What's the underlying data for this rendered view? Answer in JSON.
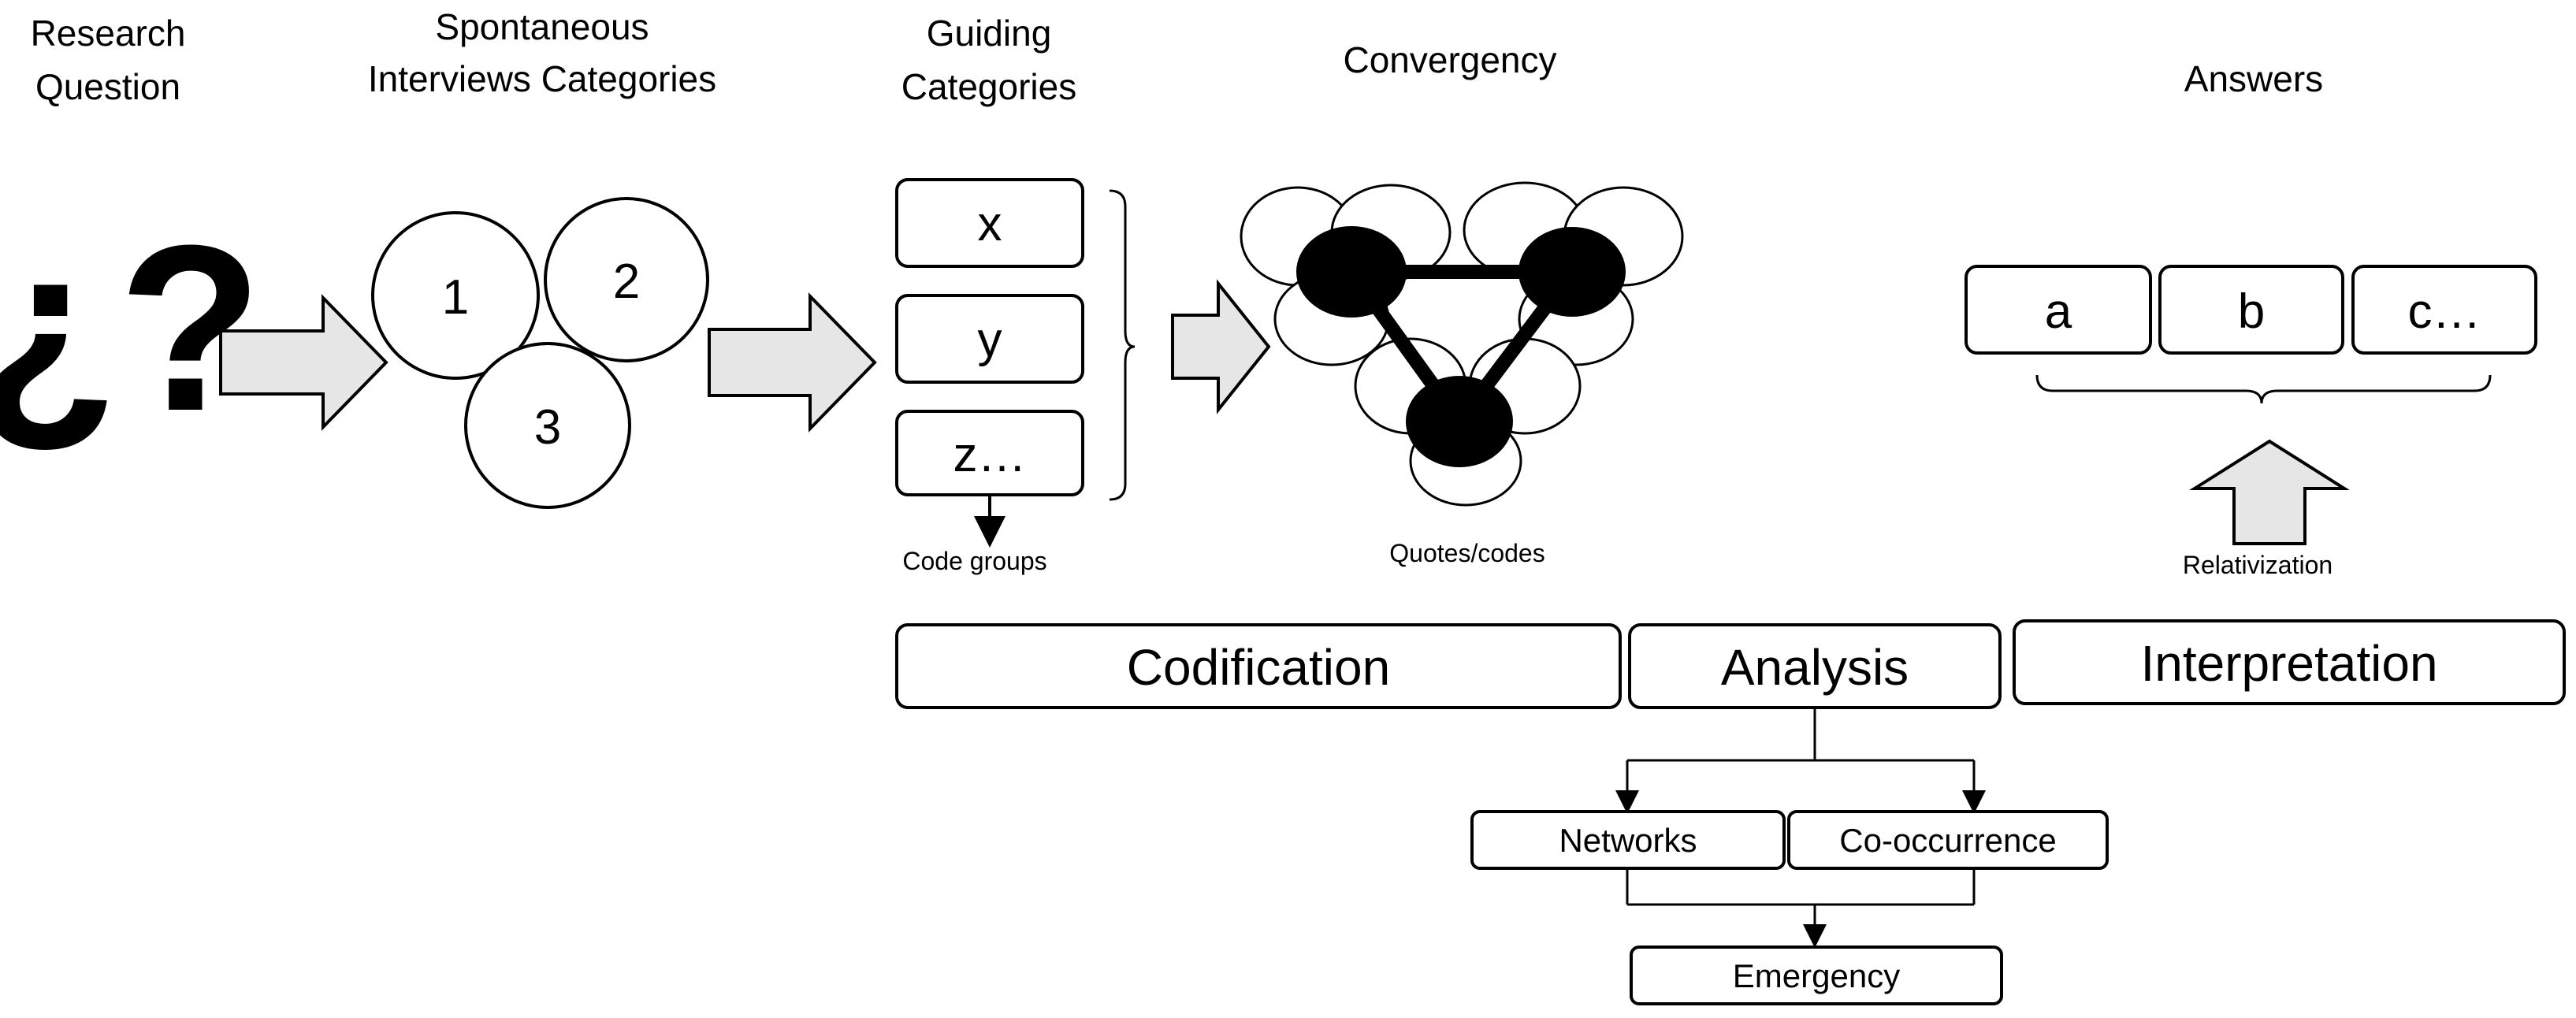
{
  "headers": {
    "research_question": [
      "Research",
      "Question"
    ],
    "spontaneous": [
      "Spontaneous",
      "Interviews Categories"
    ],
    "guiding": [
      "Guiding",
      "Categories"
    ],
    "convergency": "Convergency",
    "answers": "Answers"
  },
  "question_symbol": "¿?",
  "interview_circles": [
    "1",
    "2",
    "3"
  ],
  "guiding_categories": [
    "x",
    "y",
    "z…"
  ],
  "code_groups_label": "Code groups",
  "quotes_codes_label": "Quotes/codes",
  "answers": [
    "a",
    "b",
    "c…"
  ],
  "relativization_label": "Relativization",
  "phases": {
    "codification": "Codification",
    "analysis": "Analysis",
    "interpretation": "Interpretation"
  },
  "analysis_outputs": {
    "networks": "Networks",
    "cooccurrence": "Co-occurrence",
    "emergency": "Emergency"
  },
  "colors": {
    "arrow_fill": "#e6e6e6",
    "node_fill": "#000000",
    "stroke": "#000000",
    "background": "#ffffff"
  }
}
